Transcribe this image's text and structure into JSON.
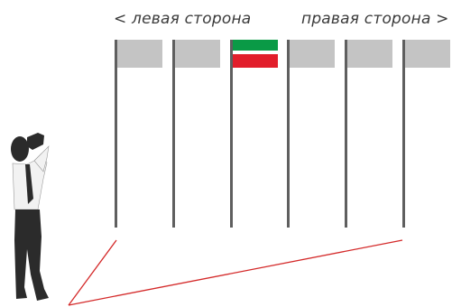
{
  "labels": {
    "left_side": "< левая сторона",
    "right_side": "правая сторона >"
  },
  "colors": {
    "pole": "#5f5f5f",
    "plain_flag": "#c4c4c4",
    "flag_green": "#0a9a46",
    "flag_red": "#e21e2b",
    "sight_line": "#d42a2a",
    "person_dark": "#2b2b2b",
    "person_shirt": "#f2f2f2"
  },
  "flags": [
    {
      "kind": "plain"
    },
    {
      "kind": "plain"
    },
    {
      "kind": "green-red"
    },
    {
      "kind": "plain"
    },
    {
      "kind": "plain"
    },
    {
      "kind": "plain"
    }
  ]
}
